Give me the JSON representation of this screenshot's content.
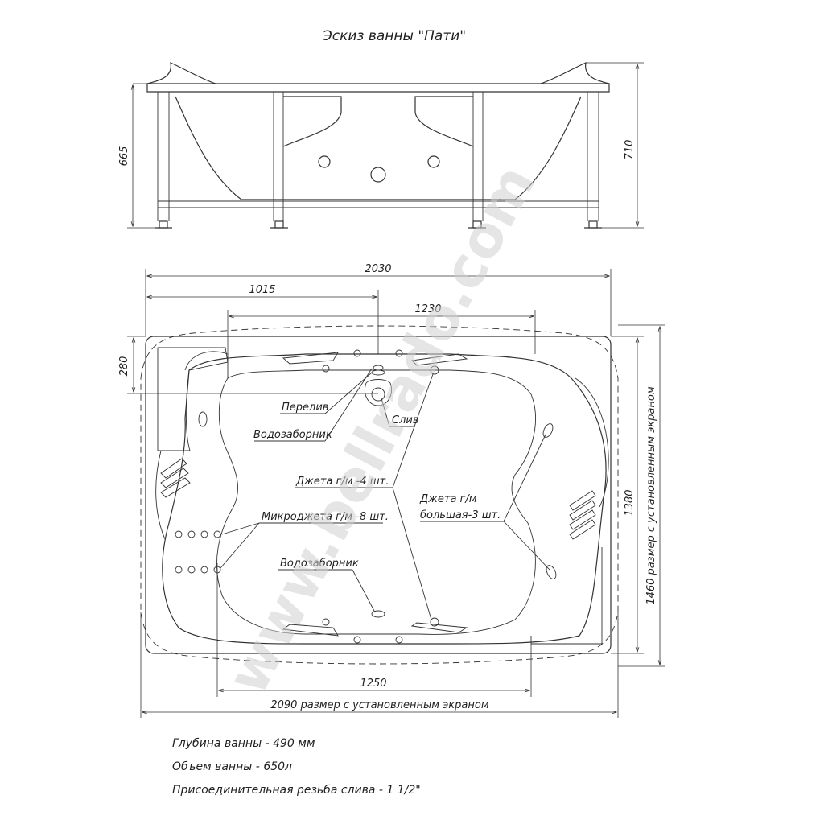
{
  "title": "Эскиз ванны \"Пати\"",
  "watermark": "www.bellrado.com",
  "side_view": {
    "dim_height_inner": "665",
    "dim_height_outer": "710"
  },
  "top_view": {
    "dim_total_length": "2030",
    "dim_half_length": "1015",
    "dim_inner_top": "1230",
    "dim_offset": "280",
    "dim_inner_bottom": "1250",
    "dim_width": "1380",
    "dim_width_screen": "1460 размер с установленным экраном",
    "dim_length_screen": "2090 размер с установленным экраном"
  },
  "labels": {
    "overflow": "Перелив",
    "drain": "Слив",
    "water_intake_top": "Водозаборник",
    "jets_4": "Джета г/м -4 шт.",
    "jets_big_line1": "Джета г/м",
    "jets_big_line2": "большая-3 шт.",
    "microjets": "Микроджета г/м -8 шт.",
    "water_intake_bottom": "Водозаборник"
  },
  "specs": [
    "Глубина ванны  - 490 мм",
    "Объем ванны    - 650л",
    "Присоединительная резьба слива - 1 1/2\""
  ],
  "colors": {
    "line": "#333333",
    "watermark": "#d0d0d0"
  }
}
